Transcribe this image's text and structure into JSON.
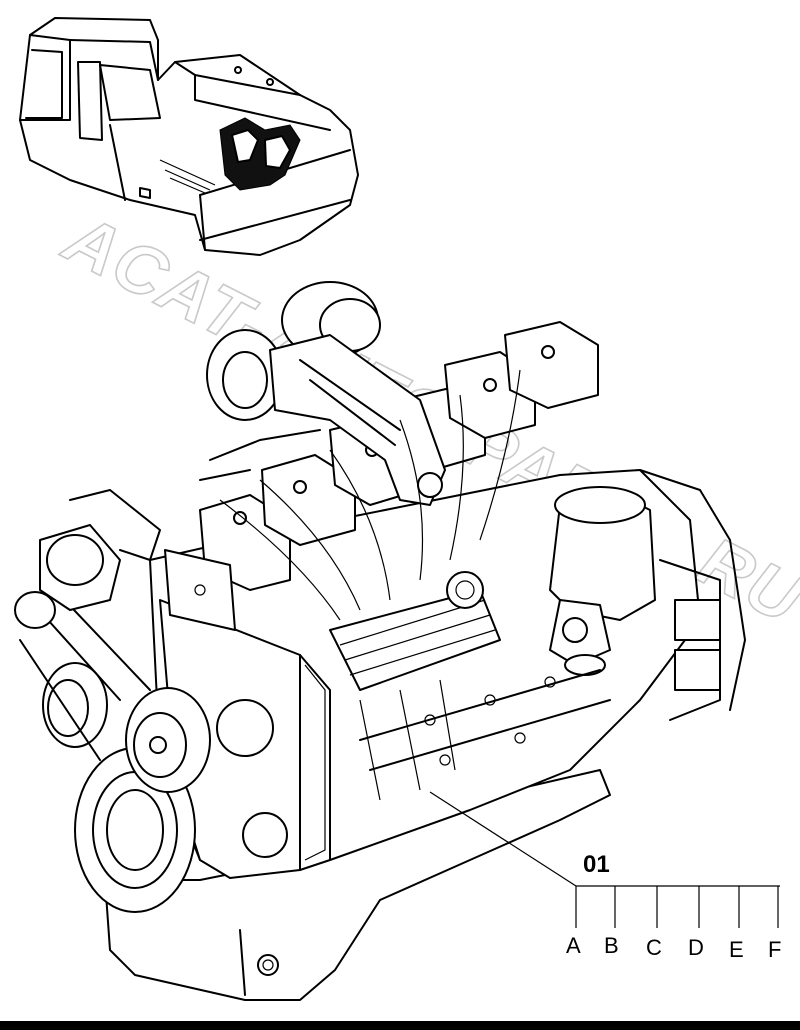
{
  "watermark": "ACAT-AUTO-PARTS.RU",
  "callout": {
    "part_number": "01",
    "variants": [
      "A",
      "B",
      "C",
      "D",
      "E",
      "F"
    ]
  },
  "icons": [
    "excavator-locator-icon",
    "engine-assembly-illustration"
  ],
  "colors": {
    "line": "#000000",
    "background": "#ffffff",
    "watermark": "#c9c9c9"
  }
}
